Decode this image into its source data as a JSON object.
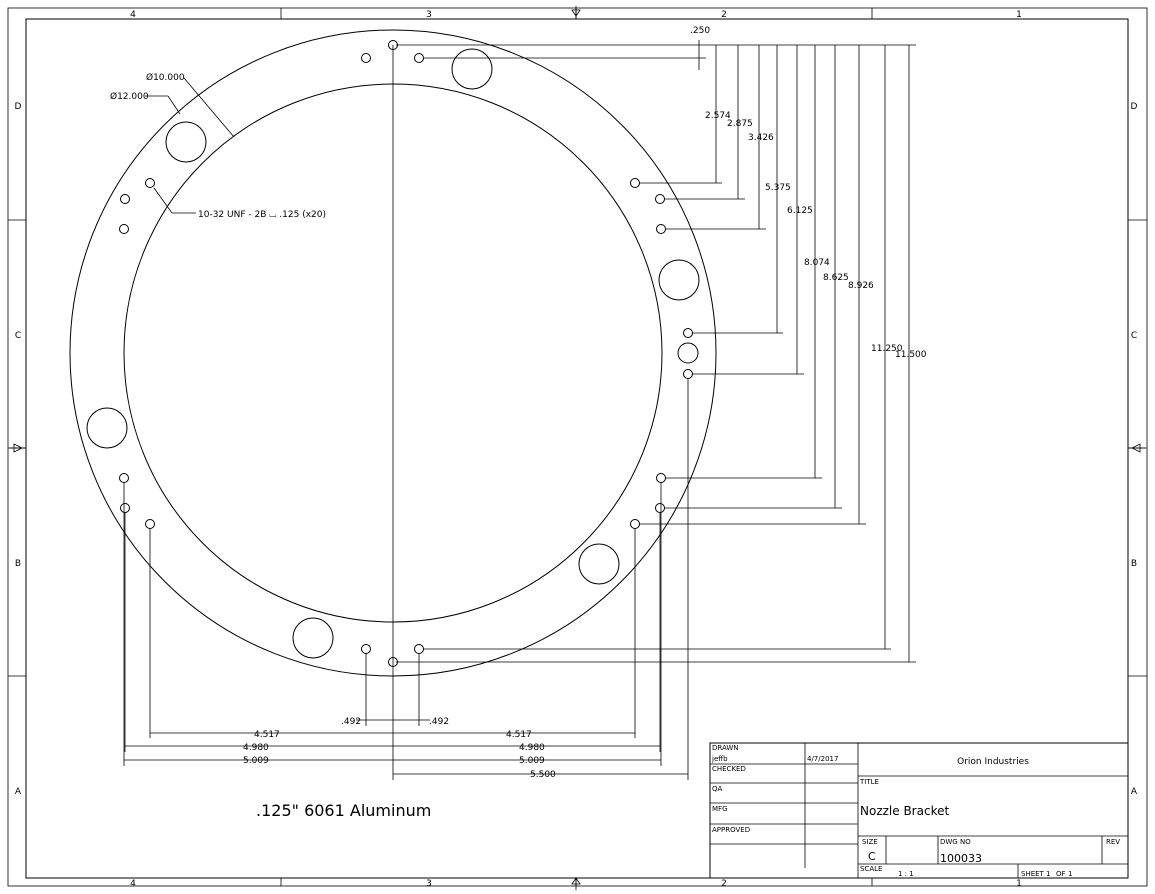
{
  "zones": {
    "columns": [
      "4",
      "3",
      "2",
      "1"
    ],
    "rows": [
      "D",
      "C",
      "B",
      "A"
    ]
  },
  "callouts": {
    "outer_dia": "Ø12.000",
    "inner_dia": "Ø10.000",
    "thread": "10-32 UNF - 2B ⌴ .125 (x20)"
  },
  "vertical_dims": [
    "2.574",
    "2.875",
    "3.426",
    "5.375",
    "6.125",
    "8.074",
    "8.625",
    "8.926",
    "11.250",
    "11.500"
  ],
  "top_offset_dim": ".250",
  "horizontal_dims": {
    "left_492": ".492",
    "right_492": ".492",
    "left_4517": "4.517",
    "right_4517": "4.517",
    "left_4980": "4.980",
    "right_4980": "4.980",
    "left_5009": "5.009",
    "right_5009": "5.009",
    "right_5500": "5.500"
  },
  "material_note": ".125\" 6061 Aluminum",
  "title_block": {
    "drawn_label": "DRAWN",
    "drawn_by": "jeffb",
    "drawn_date": "4/7/2017",
    "checked_label": "CHECKED",
    "qa_label": "QA",
    "mfg_label": "MFG",
    "approved_label": "APPROVED",
    "company": "Orion Industries",
    "title_label": "TITLE",
    "title": "Nozzle Bracket",
    "size_label": "SIZE",
    "size": "C",
    "dwg_no_label": "DWG NO",
    "dwg_no": "100033",
    "rev_label": "REV",
    "scale_label": "SCALE",
    "scale": "1 : 1",
    "sheet_label": "SHEET",
    "sheet_num": "1",
    "of_label": "OF",
    "sheet_total": "1"
  }
}
